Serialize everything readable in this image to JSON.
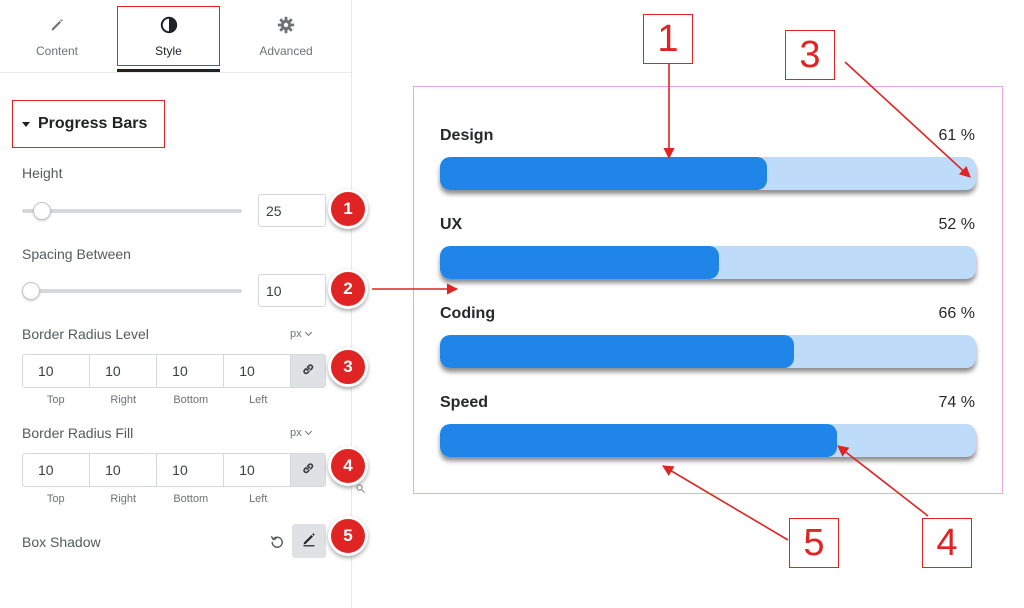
{
  "tabs": [
    {
      "label": "Content",
      "icon": "pencil-icon"
    },
    {
      "label": "Style",
      "icon": "half-circle-icon",
      "active": true
    },
    {
      "label": "Advanced",
      "icon": "gear-icon"
    }
  ],
  "section": {
    "title": "Progress Bars"
  },
  "controls": {
    "height": {
      "label": "Height",
      "value": "25",
      "level": 0.09
    },
    "spacing": {
      "label": "Spacing Between",
      "value": "10",
      "level": 0.04
    },
    "border_radius_level": {
      "label": "Border Radius Level",
      "unit": "px",
      "values": [
        "10",
        "10",
        "10",
        "10"
      ],
      "sides": [
        "Top",
        "Right",
        "Bottom",
        "Left"
      ]
    },
    "border_radius_fill": {
      "label": "Border Radius Fill",
      "unit": "px",
      "values": [
        "10",
        "10",
        "10",
        "10"
      ],
      "sides": [
        "Top",
        "Right",
        "Bottom",
        "Left"
      ]
    },
    "box_shadow": {
      "label": "Box Shadow"
    }
  },
  "badges": [
    "1",
    "2",
    "3",
    "4",
    "5"
  ],
  "callouts": [
    "1",
    "2",
    "3",
    "4",
    "5"
  ],
  "progress_bars": [
    {
      "name": "Design",
      "percent_label": "61 %",
      "percent": 61
    },
    {
      "name": "UX",
      "percent_label": "52 %",
      "percent": 52
    },
    {
      "name": "Coding",
      "percent_label": "66 %",
      "percent": 66
    },
    {
      "name": "Speed",
      "percent_label": "74 %",
      "percent": 74
    }
  ],
  "colors": {
    "annotation_red": "#e02424",
    "bar_fill": "#1f85e8",
    "bar_track": "#bedcfa",
    "preview_border": "#e7a8e7"
  }
}
